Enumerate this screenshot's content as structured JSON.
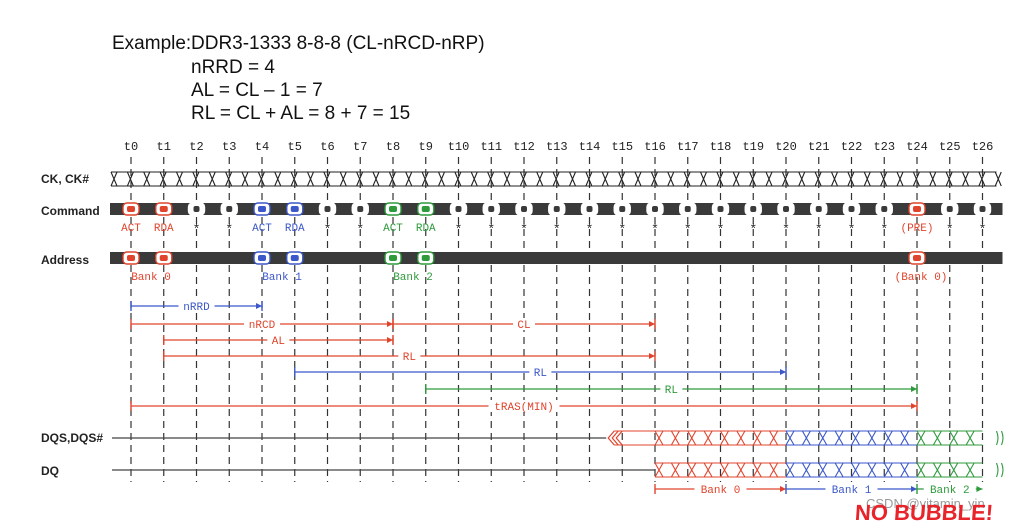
{
  "header": {
    "example_label": "Example:",
    "example_value": "DDR3-1333 8-8-8 (CL-nRCD-nRP)",
    "line2": "nRRD = 4",
    "line3": "AL = CL – 1 = 7",
    "line4": "RL = CL + AL = 8 + 7 = 15"
  },
  "ticks": [
    "t0",
    "t1",
    "t2",
    "t3",
    "t4",
    "t5",
    "t6",
    "t7",
    "t8",
    "t9",
    "t10",
    "t11",
    "t12",
    "t13",
    "t14",
    "t15",
    "t16",
    "t17",
    "t18",
    "t19",
    "t20",
    "t21",
    "t22",
    "t23",
    "t24",
    "t25",
    "t26"
  ],
  "signals": {
    "clock": "CK, CK#",
    "command": "Command",
    "address": "Address",
    "dqs": "DQS,DQS#",
    "dq": "DQ"
  },
  "command_labels": [
    {
      "tick": 0,
      "text": "ACT",
      "color": "red"
    },
    {
      "tick": 1,
      "text": "RDA",
      "color": "red"
    },
    {
      "tick": 2,
      "text": "*",
      "color": "black"
    },
    {
      "tick": 3,
      "text": "*",
      "color": "black"
    },
    {
      "tick": 4,
      "text": "ACT",
      "color": "blue"
    },
    {
      "tick": 5,
      "text": "RDA",
      "color": "blue"
    },
    {
      "tick": 6,
      "text": "*",
      "color": "black"
    },
    {
      "tick": 7,
      "text": "*",
      "color": "black"
    },
    {
      "tick": 8,
      "text": "ACT",
      "color": "green"
    },
    {
      "tick": 9,
      "text": "RDA",
      "color": "green"
    },
    {
      "tick": 10,
      "text": "*",
      "color": "black"
    },
    {
      "tick": 11,
      "text": "*",
      "color": "black"
    },
    {
      "tick": 12,
      "text": "*",
      "color": "black"
    },
    {
      "tick": 13,
      "text": "*",
      "color": "black"
    },
    {
      "tick": 14,
      "text": "*",
      "color": "black"
    },
    {
      "tick": 15,
      "text": "*",
      "color": "black"
    },
    {
      "tick": 16,
      "text": "*",
      "color": "black"
    },
    {
      "tick": 17,
      "text": "*",
      "color": "black"
    },
    {
      "tick": 18,
      "text": "*",
      "color": "black"
    },
    {
      "tick": 19,
      "text": "*",
      "color": "black"
    },
    {
      "tick": 20,
      "text": "*",
      "color": "black"
    },
    {
      "tick": 21,
      "text": "*",
      "color": "black"
    },
    {
      "tick": 22,
      "text": "*",
      "color": "black"
    },
    {
      "tick": 23,
      "text": "*",
      "color": "black"
    },
    {
      "tick": 24,
      "text": "(PRE)",
      "color": "red"
    },
    {
      "tick": 25,
      "text": "*",
      "color": "black"
    },
    {
      "tick": 26,
      "text": "*",
      "color": "black"
    }
  ],
  "address_labels": [
    {
      "tick": 0,
      "text": "Bank 0",
      "color": "red"
    },
    {
      "tick": 4,
      "text": "Bank 1",
      "color": "blue"
    },
    {
      "tick": 8,
      "text": "Bank 2",
      "color": "green"
    },
    {
      "tick": 24,
      "text": "(Bank 0)",
      "color": "red"
    }
  ],
  "timing_arrows": [
    {
      "from": 0,
      "to": 4,
      "label": "nRRD",
      "color": "blue"
    },
    {
      "from": 0,
      "to": 8,
      "label": "nRCD",
      "color": "red"
    },
    {
      "from": 8,
      "to": 16,
      "label": "CL",
      "color": "red"
    },
    {
      "from": 1,
      "to": 8,
      "label": "AL",
      "color": "red"
    },
    {
      "from": 1,
      "to": 16,
      "label": "RL",
      "color": "red"
    },
    {
      "from": 5,
      "to": 20,
      "label": "RL",
      "color": "blue"
    },
    {
      "from": 9,
      "to": 24,
      "label": "RL",
      "color": "green"
    },
    {
      "from": 0,
      "to": 24,
      "label": "tRAS(MIN)",
      "color": "red"
    }
  ],
  "data_bursts": [
    {
      "from": 16,
      "to": 20,
      "label": "Bank 0",
      "color": "red"
    },
    {
      "from": 20,
      "to": 24,
      "label": "Bank 1",
      "color": "blue"
    },
    {
      "from": 24,
      "to": 26,
      "label": "Bank 2",
      "color": "green"
    }
  ],
  "footer": {
    "no_bubble": "NO BUBBLE!",
    "watermark": "CSDN @vitamin_yin"
  },
  "colors": {
    "red": "#e0442c",
    "blue": "#3b57c9",
    "green": "#2e9a3c",
    "black": "#222222",
    "grey": "#7a7a7a"
  }
}
